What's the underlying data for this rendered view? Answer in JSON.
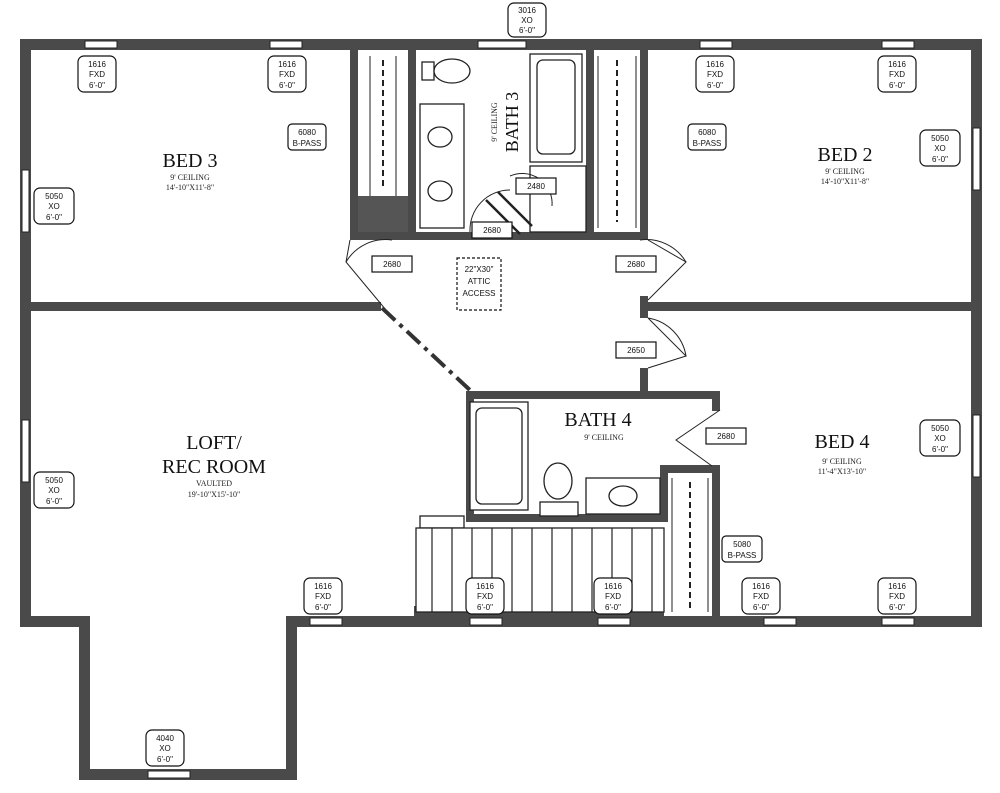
{
  "rooms": {
    "bed3": {
      "name": "BED 3",
      "ceiling": "9' CEILING",
      "dims": "14'-10\"X11'-8\""
    },
    "bed2": {
      "name": "BED 2",
      "ceiling": "9' CEILING",
      "dims": "14'-10\"X11'-8\""
    },
    "bath3": {
      "name": "BATH 3",
      "ceiling": "9' CEILING"
    },
    "bath4": {
      "name": "BATH 4",
      "ceiling": "9' CEILING"
    },
    "bed4": {
      "name": "BED 4",
      "ceiling": "9' CEILING",
      "dims": "11'-4\"X13'-10\""
    },
    "loft": {
      "name1": "LOFT/",
      "name2": "REC ROOM",
      "ceiling": "VAULTED",
      "dims": "19'-10\"X15'-10\""
    }
  },
  "attic": {
    "l1": "22\"X30\"",
    "l2": "ATTIC",
    "l3": "ACCESS"
  },
  "windows": {
    "w3016": {
      "l1": "3016",
      "l2": "XO",
      "l3": "6'-0\""
    },
    "w1616_fxd": {
      "l1": "1616",
      "l2": "FXD",
      "l3": "6'-0\""
    },
    "w5050": {
      "l1": "5050",
      "l2": "XO",
      "l3": "6'-0\""
    },
    "w4040": {
      "l1": "4040",
      "l2": "XO",
      "l3": "6'-0\""
    }
  },
  "doors": {
    "d2680": "2680",
    "d2480": "2480",
    "d2650": "2650",
    "closet6080": {
      "l1": "6080",
      "l2": "B-PASS"
    },
    "closet5080": {
      "l1": "5080",
      "l2": "B-PASS"
    }
  }
}
